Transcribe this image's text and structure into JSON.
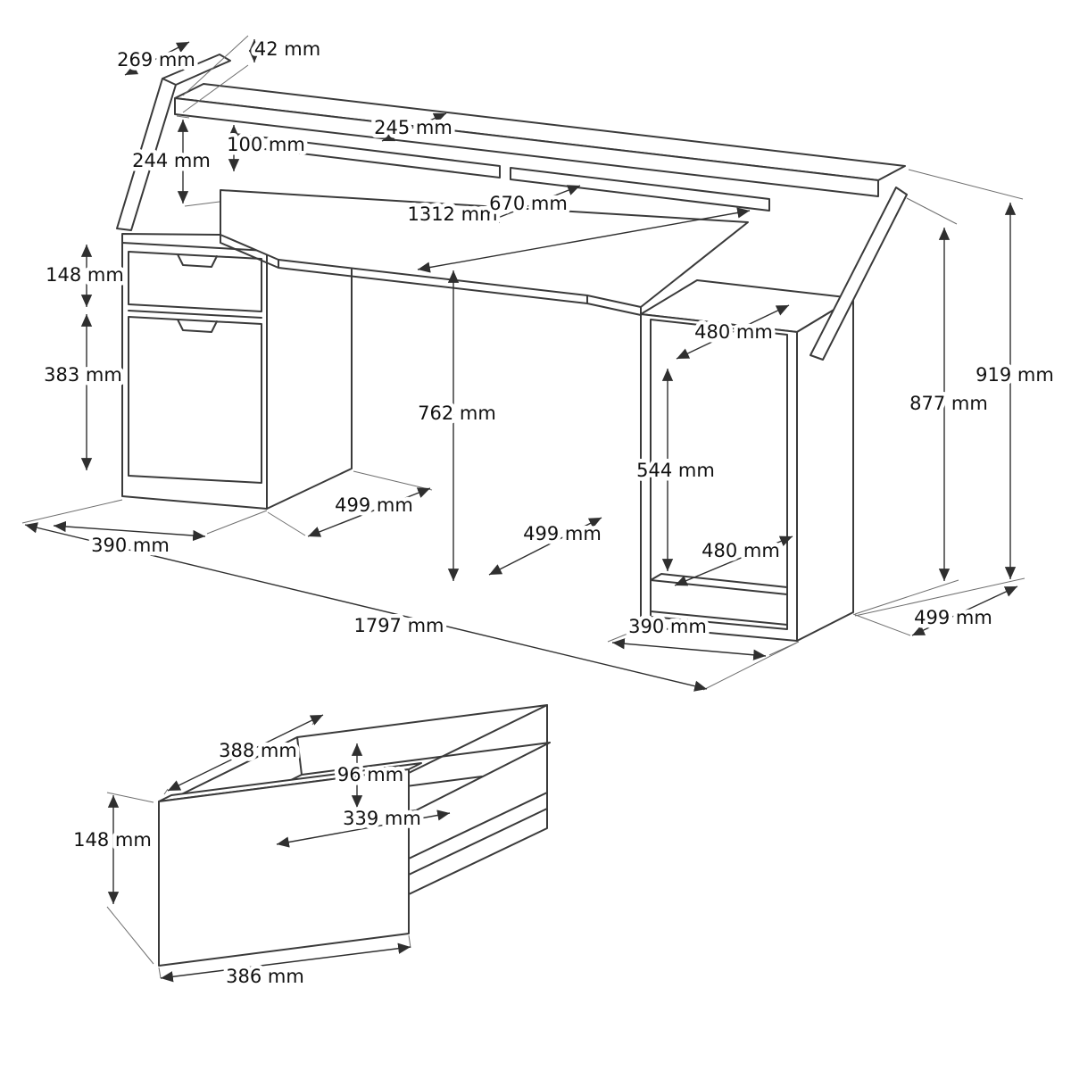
{
  "drawing": {
    "type": "furniture-technical-drawing",
    "subject": "desk with raised monitor shelf, left drawer-and-door pedestal, right open shelf pedestal, plus separate drawer box detail",
    "unit": "mm"
  },
  "dims": {
    "d42": "42 mm",
    "d269": "269 mm",
    "d244": "244 mm",
    "d100": "100 mm",
    "d245": "245 mm",
    "d1312": "1312 mm",
    "d670": "670 mm",
    "d148_left": "148 mm",
    "d383": "383 mm",
    "d762": "762 mm",
    "d480_top": "480 mm",
    "d544": "544 mm",
    "d480_bottom": "480 mm",
    "d877": "877 mm",
    "d919": "919 mm",
    "d390_left": "390 mm",
    "d499_left": "499 mm",
    "d499_middle": "499 mm",
    "d1797": "1797 mm",
    "d390_right": "390 mm",
    "d499_right": "499 mm"
  },
  "drawer_dims": {
    "d388": "388 mm",
    "d96": "96 mm",
    "d339": "339 mm",
    "d148": "148 mm",
    "d386": "386 mm"
  }
}
